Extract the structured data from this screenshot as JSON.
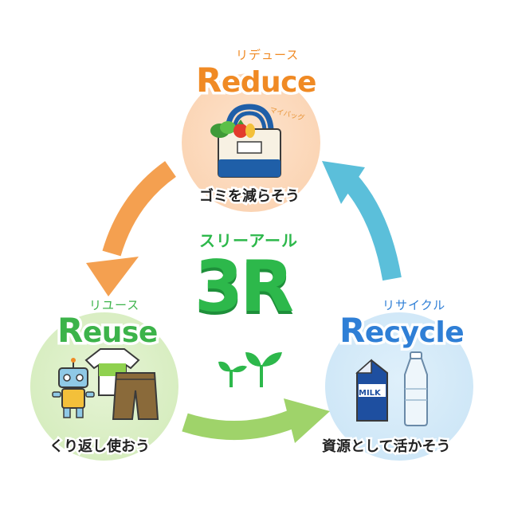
{
  "center": {
    "kana": "スリーアール",
    "title": "3R"
  },
  "reduce": {
    "kana": "リデュース",
    "initial": "R",
    "rest": "educe",
    "caption": "ゴミを減らそう",
    "bag_label": "マイバッグ"
  },
  "reuse": {
    "kana": "リユース",
    "initial": "R",
    "rest": "euse",
    "caption": "くり返し使おう"
  },
  "recycle": {
    "kana": "リサイクル",
    "initial": "R",
    "rest": "ecycle",
    "caption": "資源として活かそう",
    "milk_label": "MILK"
  },
  "colors": {
    "reduce": "#f08a24",
    "reuse": "#3cb34a",
    "recycle": "#2f7fd6",
    "center": "#2db84b",
    "arrow_orange": "#f4a050",
    "arrow_blue": "#5bbfda",
    "arrow_green": "#9fd36a"
  },
  "icons": [
    "tote-bag-icon",
    "vegetables-icon",
    "robot-toy-icon",
    "t-shirt-icon",
    "shorts-icon",
    "milk-carton-icon",
    "plastic-bottle-icon",
    "sprout-icon"
  ]
}
